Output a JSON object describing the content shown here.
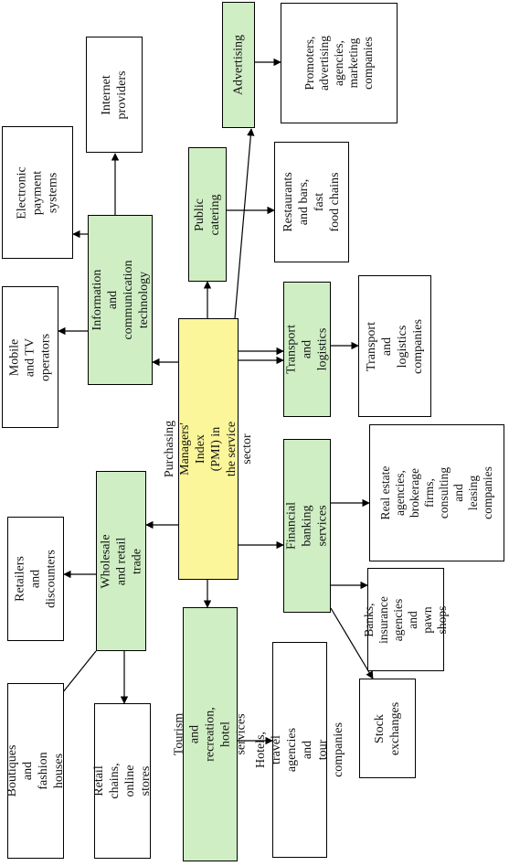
{
  "center": {
    "label": "Purchasing Managers' Index\n(PMI) in the service sector"
  },
  "categories": {
    "ict": "Information and\ncommunication\ntechnology",
    "wholesale": "Wholesale and retail\ntrade",
    "catering": "Public catering",
    "advertising": "Advertising",
    "transport": "Transport and\nlogistics",
    "financial": "Financial banking\nservices",
    "tourism": "Tourism and recreation, hotel\nservices"
  },
  "entities": {
    "internet": "Internet\nproviders",
    "epayment": "Electronic\npayment\nsystems",
    "mobile_tv": "Mobile and TV\noperators",
    "retailers": "Retailers and\ndiscounters",
    "boutiques": "Boutiques and\nfashion houses",
    "retail_chains": "Retail chains,\nonline stores",
    "hotels": "Hotels, travel agencies and\ntour companies",
    "stock": "Stock\nexchanges",
    "banks": "Banks,\ninsurance\nagencies\nand pawn\nshops",
    "real_estate": "Real estate\nagencies,\nbrokerage firms,\nconsulting and\nleasing\ncompanies",
    "transport_co": "Transport and\nlogistics\ncompanies",
    "restaurants": "Restaurants\nand bars, fast\nfood chains",
    "promoters": "Promoters,\nadvertising\nagencies,\nmarketing\ncompanies"
  }
}
